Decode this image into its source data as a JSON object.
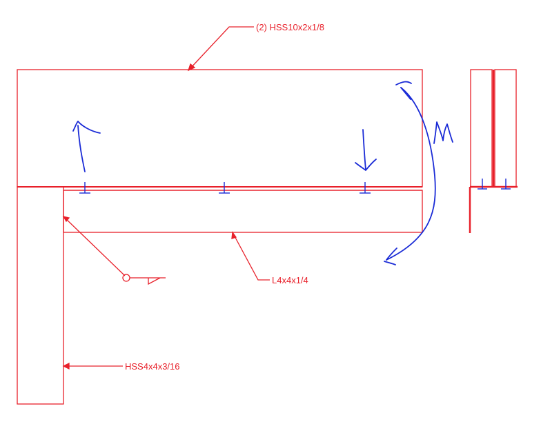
{
  "colors": {
    "structure": "#e8202a",
    "markup": "#1a2bd6",
    "background": "#ffffff"
  },
  "labels": {
    "beam": "(2) HSS10x2x1/8",
    "angle": "L4x4x1/4",
    "column": "HSS4x4x3/16",
    "moment": "M"
  },
  "icons": {
    "fastener": "fastener-icon",
    "weld": "weld-symbol-icon",
    "arrow_up": "arrow-up-icon",
    "arrow_down": "arrow-down-icon",
    "moment_arrow": "curved-double-arrow-icon"
  }
}
